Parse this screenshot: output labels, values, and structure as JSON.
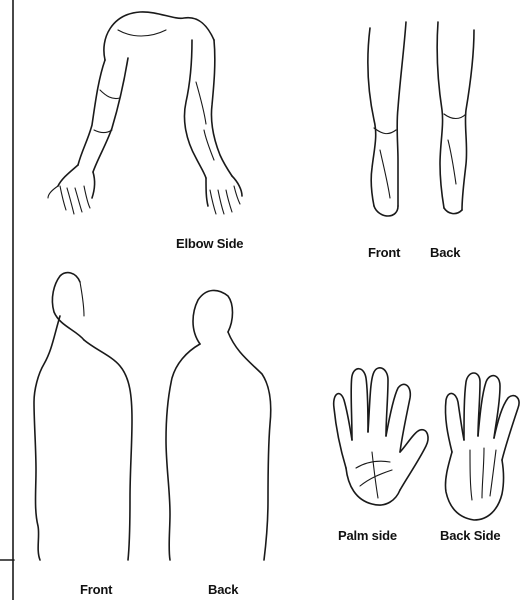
{
  "labels": {
    "arms": "Elbow Side",
    "legs_front": "Front",
    "legs_back": "Back",
    "torso_front": "Front",
    "torso_back": "Back",
    "hand_palm": "Palm side",
    "hand_back": "Back Side"
  }
}
